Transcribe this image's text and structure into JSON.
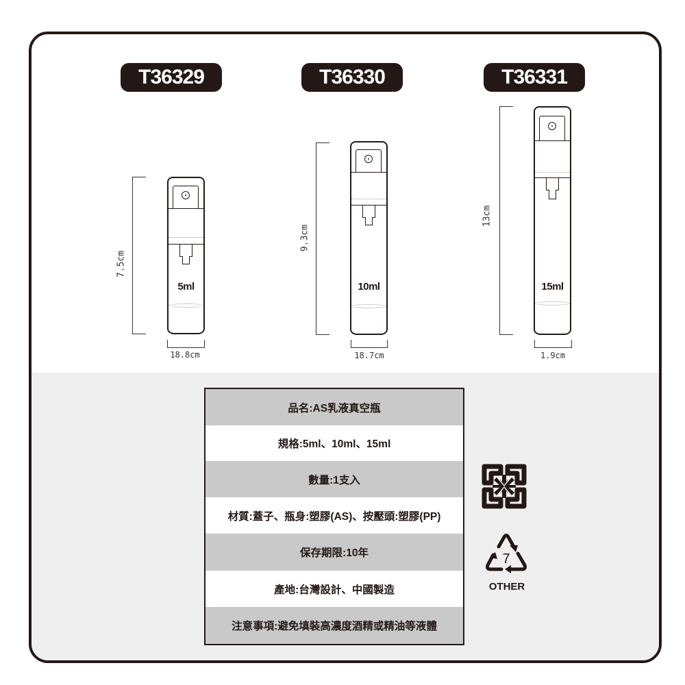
{
  "models": [
    {
      "code": "T36329",
      "volume": "5ml",
      "height": "7.5cm",
      "width": "18.8cm"
    },
    {
      "code": "T36330",
      "volume": "10ml",
      "height": "9.3cm",
      "width": "18.7cm"
    },
    {
      "code": "T36331",
      "volume": "15ml",
      "height": "13cm",
      "width": "1.9cm"
    }
  ],
  "specs": [
    {
      "text": "品名:AS乳液真空瓶",
      "shade": "gray"
    },
    {
      "text": "規格:5ml、10ml、15ml",
      "shade": "white"
    },
    {
      "text": "數量:1支入",
      "shade": "gray"
    },
    {
      "text": "材質:蓋子、瓶身:塑膠(AS)、按壓頭:塑膠(PP)",
      "shade": "white"
    },
    {
      "text": "保存期限:10年",
      "shade": "gray"
    },
    {
      "text": "產地:台灣設計、中國製造",
      "shade": "white"
    },
    {
      "text": "注意事項:避免填裝高濃度酒精或精油等液體",
      "shade": "gray"
    }
  ],
  "recycle": {
    "general_icon": "taiwan-recycle-icon",
    "plastic_icon": "resin-code-7-icon",
    "plastic_code": "7",
    "plastic_label": "OTHER"
  },
  "colors": {
    "ink": "#231815",
    "table_gray": "#c9c9c9",
    "lower_bg": "#efefef"
  }
}
